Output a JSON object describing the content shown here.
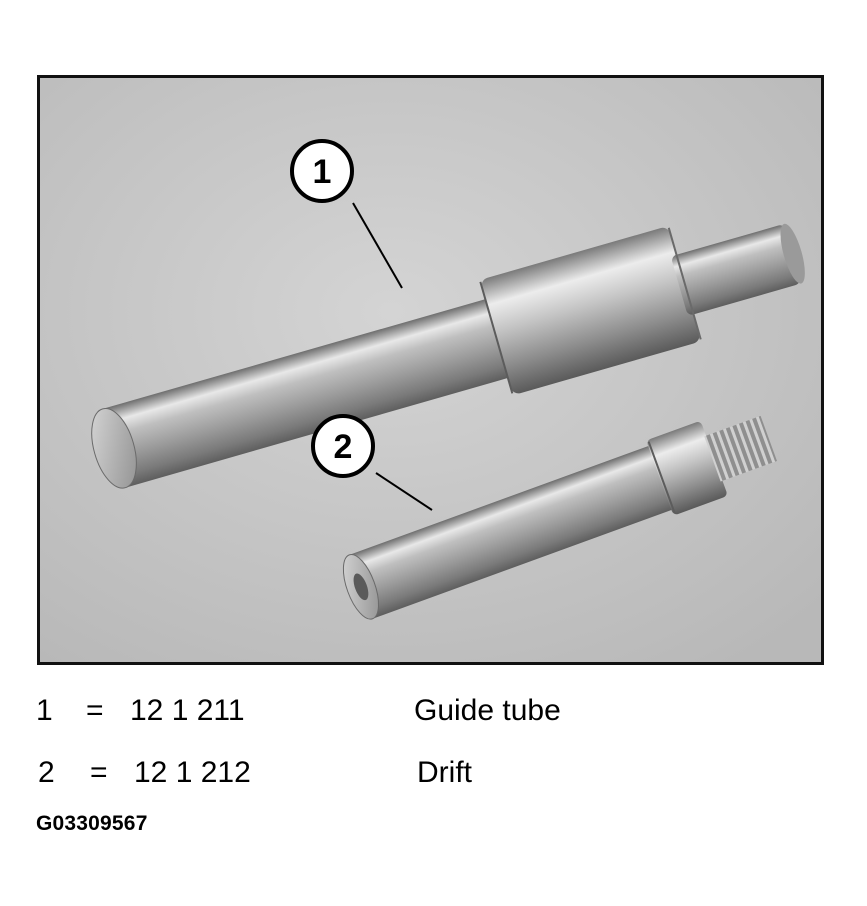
{
  "figure": {
    "callouts": [
      {
        "number": "1"
      },
      {
        "number": "2"
      }
    ],
    "legend": [
      {
        "item": "1",
        "separator": "=",
        "part_number": "12 1 211",
        "description": "Guide tube"
      },
      {
        "item": "2",
        "separator": "=",
        "part_number": "12 1 212",
        "description": "Drift"
      }
    ],
    "figure_id": "G03309567"
  }
}
